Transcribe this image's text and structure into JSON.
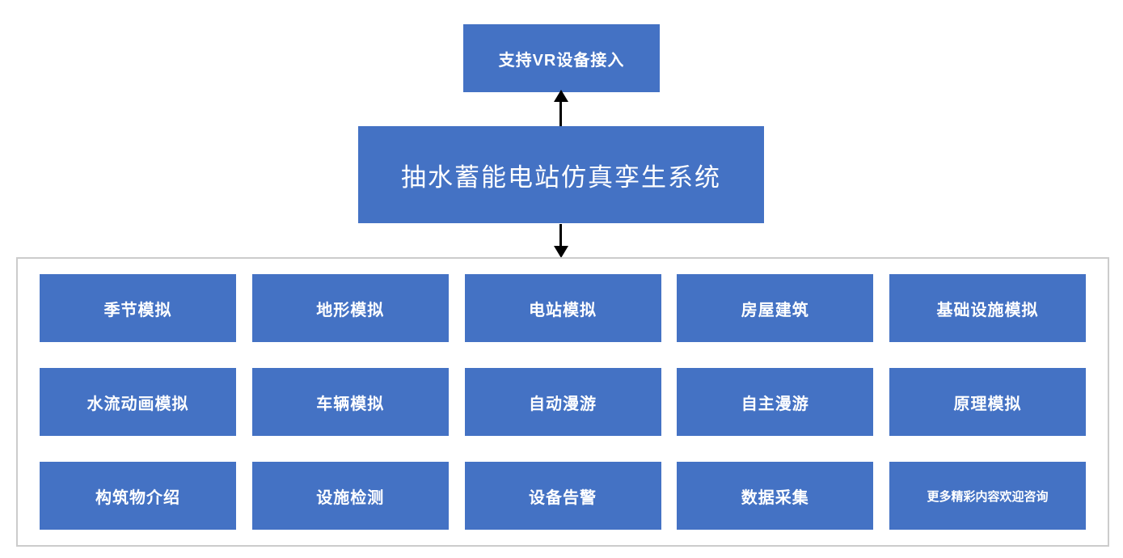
{
  "diagram": {
    "vr_box_label": "支持VR设备接入",
    "main_box_label": "抽水蓄能电站仿真孪生系统"
  },
  "modules": [
    "季节模拟",
    "地形模拟",
    "电站模拟",
    "房屋建筑",
    "基础设施模拟",
    "水流动画模拟",
    "车辆模拟",
    "自动漫游",
    "自主漫游",
    "原理模拟",
    "构筑物介绍",
    "设施检测",
    "设备告警",
    "数据采集",
    "更多精彩内容欢迎咨询"
  ],
  "colors": {
    "box_fill": "#4472C4",
    "box_text": "#FFFFFF",
    "arrow": "#000000",
    "container_border": "#CCCCCC",
    "background": "#FFFFFF"
  }
}
